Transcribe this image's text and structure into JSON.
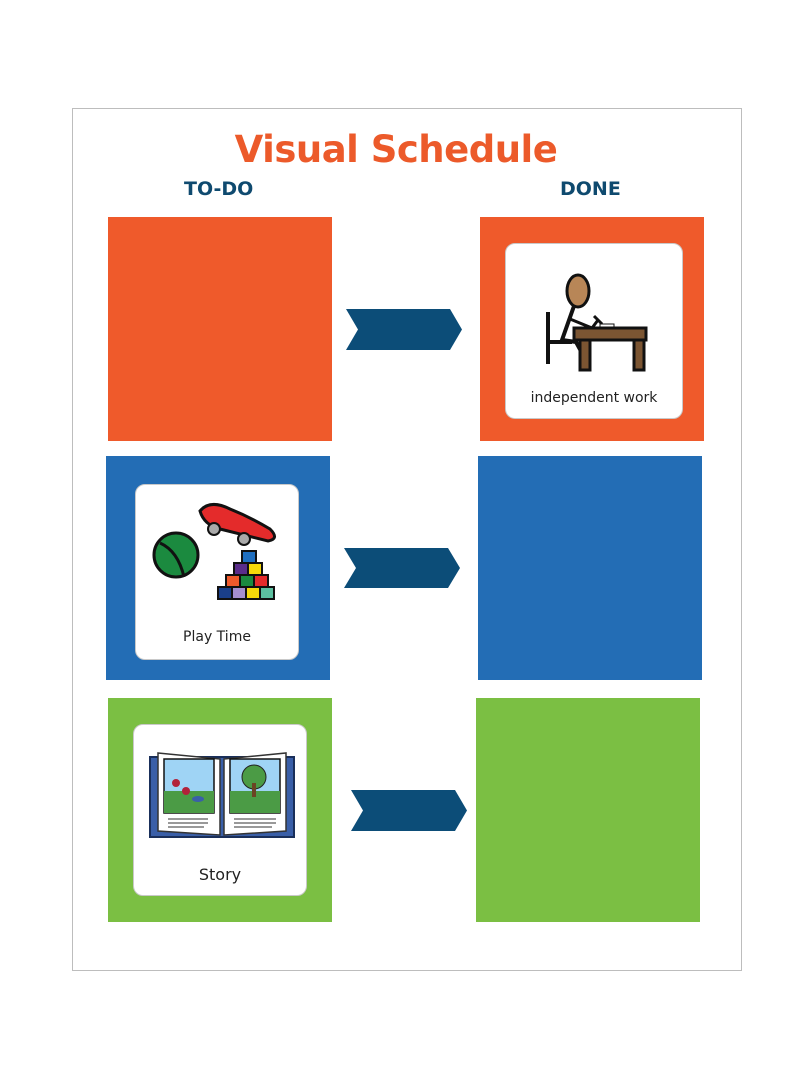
{
  "title": "Visual Schedule",
  "columns": {
    "todo": "TO-DO",
    "done": "DONE"
  },
  "colors": {
    "title": "#ec5a2a",
    "header": "#0f4a6f",
    "orange": "#ef5a2b",
    "blue": "#236db5",
    "green": "#7bbf43",
    "chevron": "#0c4d78"
  },
  "rows": [
    {
      "color": "orange",
      "todo_card": null,
      "done_card": {
        "label": "independent work",
        "icon": "person-writing-at-desk-icon"
      }
    },
    {
      "color": "blue",
      "todo_card": {
        "label": "Play Time",
        "icon": "toys-ball-car-blocks-icon"
      },
      "done_card": null
    },
    {
      "color": "green",
      "todo_card": {
        "label": "Story",
        "icon": "open-book-icon"
      },
      "done_card": null
    }
  ],
  "cards": {
    "independent_work": "independent work",
    "play_time": "Play Time",
    "story": "Story"
  }
}
